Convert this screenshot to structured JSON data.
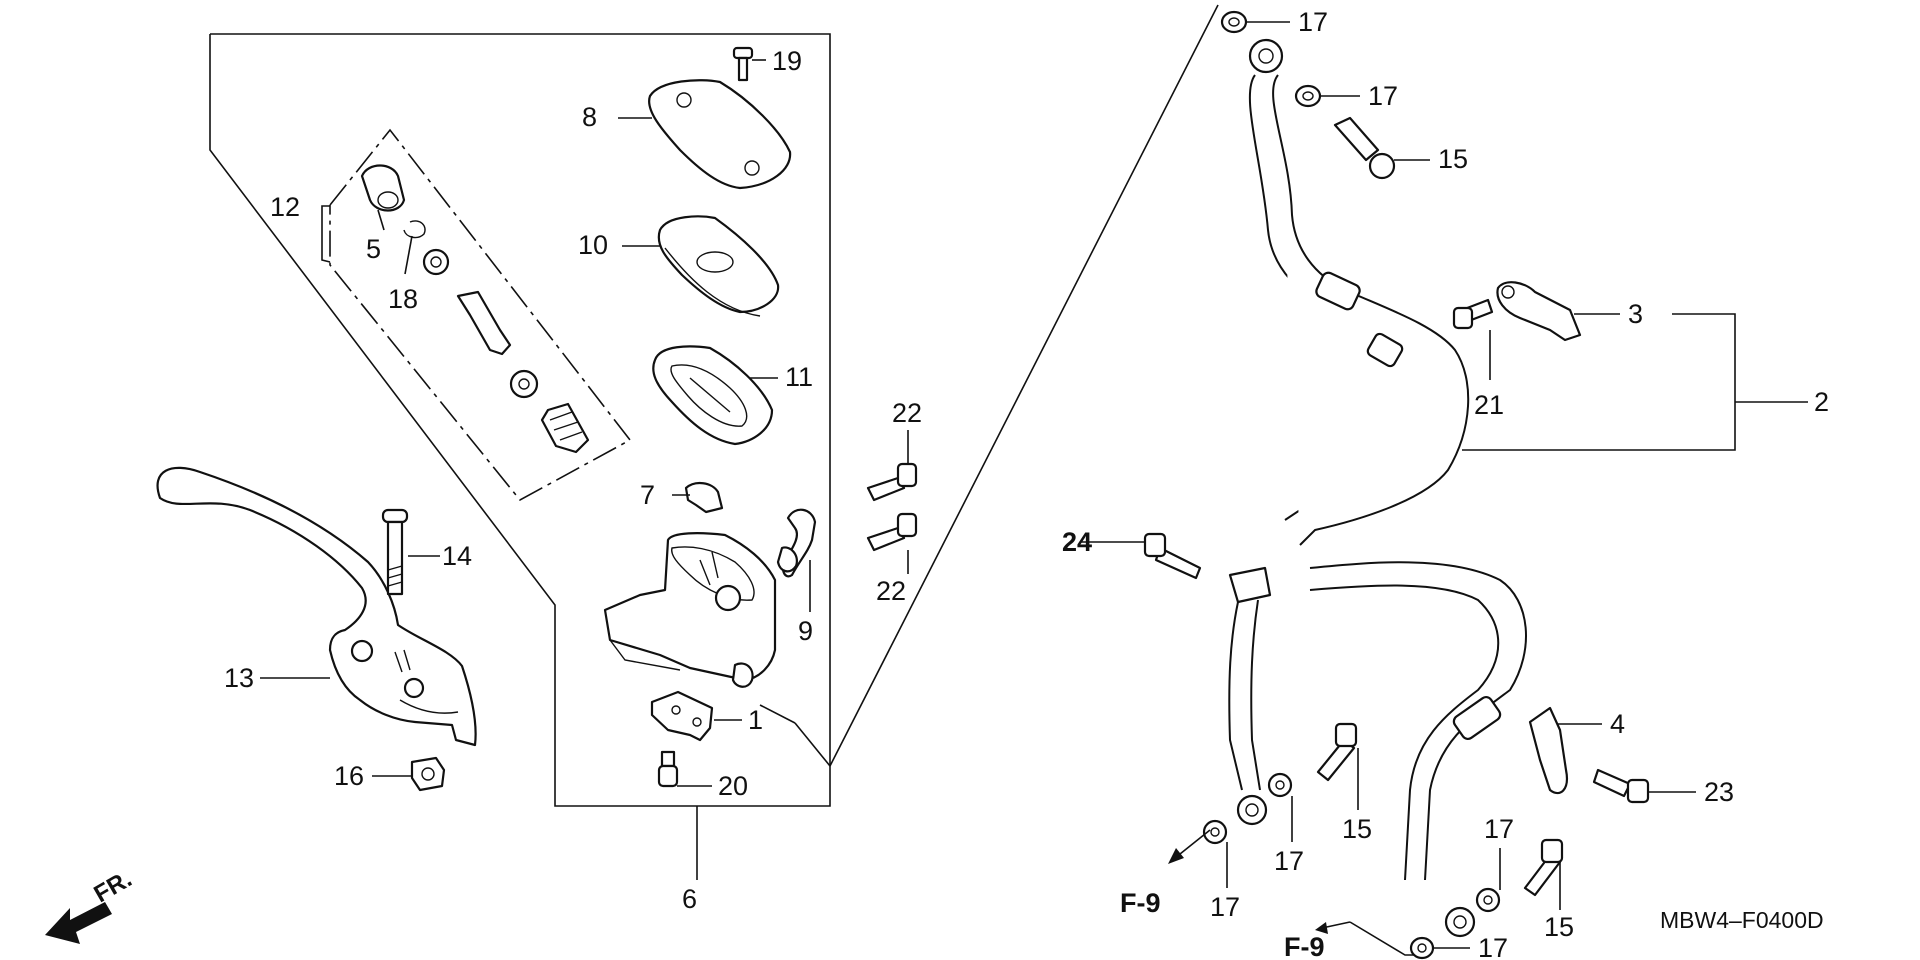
{
  "diagram": {
    "drawing_code": "MBW4–F0400D",
    "front_marker": "FR.",
    "section_refs": [
      "F-9",
      "F-9"
    ],
    "callouts": [
      {
        "id": "c17a",
        "label": "17"
      },
      {
        "id": "c17b",
        "label": "17"
      },
      {
        "id": "c15a",
        "label": "15"
      },
      {
        "id": "c19",
        "label": "19"
      },
      {
        "id": "c8",
        "label": "8"
      },
      {
        "id": "c12",
        "label": "12"
      },
      {
        "id": "c5",
        "label": "5"
      },
      {
        "id": "c18",
        "label": "18"
      },
      {
        "id": "c10",
        "label": "10"
      },
      {
        "id": "c11",
        "label": "11"
      },
      {
        "id": "c3",
        "label": "3"
      },
      {
        "id": "c2",
        "label": "2"
      },
      {
        "id": "c21",
        "label": "21"
      },
      {
        "id": "c22a",
        "label": "22"
      },
      {
        "id": "c7",
        "label": "7"
      },
      {
        "id": "c22b",
        "label": "22"
      },
      {
        "id": "c24",
        "label": "24"
      },
      {
        "id": "c14",
        "label": "14"
      },
      {
        "id": "c9",
        "label": "9"
      },
      {
        "id": "c13",
        "label": "13"
      },
      {
        "id": "c1",
        "label": "1"
      },
      {
        "id": "c4",
        "label": "4"
      },
      {
        "id": "c23",
        "label": "23"
      },
      {
        "id": "c16",
        "label": "16"
      },
      {
        "id": "c20",
        "label": "20"
      },
      {
        "id": "c15b",
        "label": "15"
      },
      {
        "id": "c17c",
        "label": "17"
      },
      {
        "id": "c17d",
        "label": "17"
      },
      {
        "id": "c6",
        "label": "6"
      },
      {
        "id": "c17e",
        "label": "17"
      },
      {
        "id": "c15c",
        "label": "15"
      },
      {
        "id": "c17f",
        "label": "17"
      }
    ]
  }
}
